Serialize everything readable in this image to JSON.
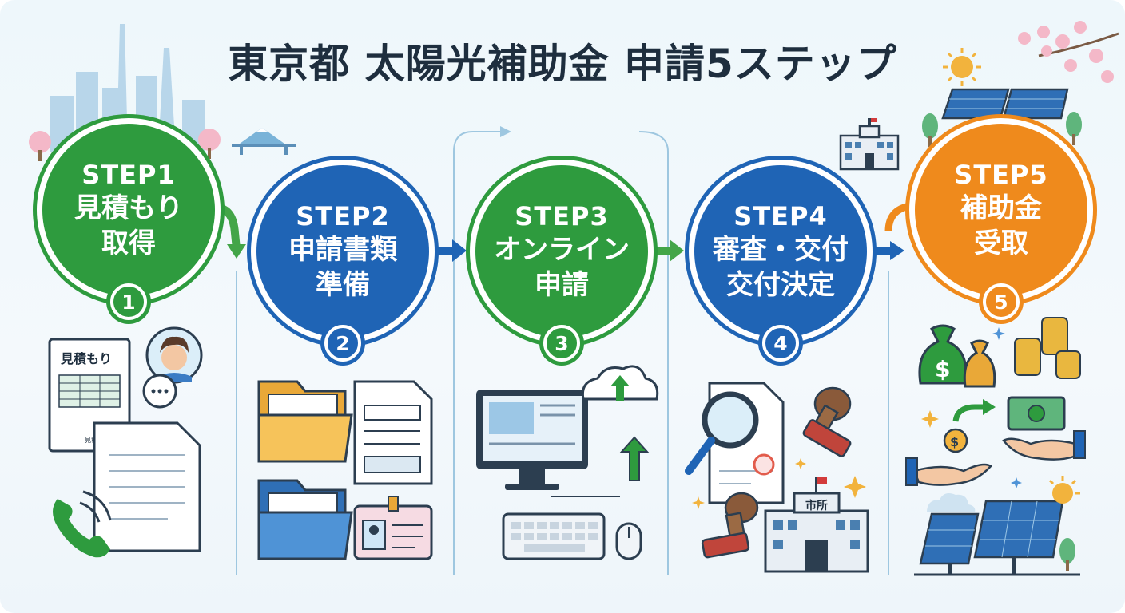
{
  "title": "東京都 太陽光補助金 申請5ステップ",
  "steps": [
    {
      "step": "STEP1",
      "line1": "見積もり",
      "line2": "取得",
      "number": "1",
      "color": "#2e9b3e"
    },
    {
      "step": "STEP2",
      "line1": "申請書類",
      "line2": "準備",
      "number": "2",
      "color": "#1f64b5"
    },
    {
      "step": "STEP3",
      "line1": "オンライン",
      "line2": "申請",
      "number": "3",
      "color": "#2e9b3e"
    },
    {
      "step": "STEP4",
      "line1": "審査・交付",
      "line2": "交付決定",
      "number": "4",
      "color": "#1f64b5"
    },
    {
      "step": "STEP5",
      "line1": "補助金",
      "line2": "受取",
      "number": "5",
      "color": "#ef8a1c"
    }
  ],
  "illustrations": {
    "estimate_sheet_label": "見積もり",
    "estimate_sheet_footer": "見積",
    "city_office_label": "市所",
    "icons": [
      "tokyo-skyline-icon",
      "mount-fuji-icon",
      "phone-icon",
      "person-icon",
      "chat-bubble-icon",
      "folder-icon",
      "form-icon",
      "id-card-icon",
      "computer-icon",
      "cloud-upload-icon",
      "keyboard-icon",
      "mouse-icon",
      "magnifier-icon",
      "stamp-icon",
      "government-building-icon",
      "solar-panel-icon",
      "sun-icon",
      "money-bag-icon",
      "coins-icon",
      "cash-icon",
      "hands-icon",
      "sakura-icon"
    ]
  }
}
